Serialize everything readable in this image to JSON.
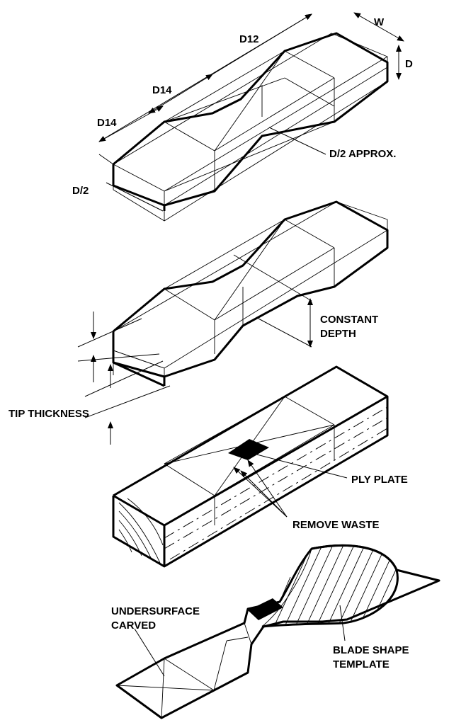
{
  "labels": {
    "w": "W",
    "d12": "D12",
    "d": "D",
    "d14_upper": "D14",
    "d14_lower": "D14",
    "d_half": "D/2",
    "d_half_approx": "D/2 APPROX.",
    "constant_depth_line1": "CONSTANT",
    "constant_depth_line2": "DEPTH",
    "tip_thickness": "TIP THICKNESS",
    "ply_plate": "PLY PLATE",
    "remove_waste": "REMOVE WASTE",
    "undersurface_line1": "UNDERSURFACE",
    "undersurface_line2": "CARVED",
    "blade_template_line1": "BLADE SHAPE",
    "blade_template_line2": "TEMPLATE"
  },
  "colors": {
    "ink": "#000000",
    "paper": "#ffffff"
  }
}
